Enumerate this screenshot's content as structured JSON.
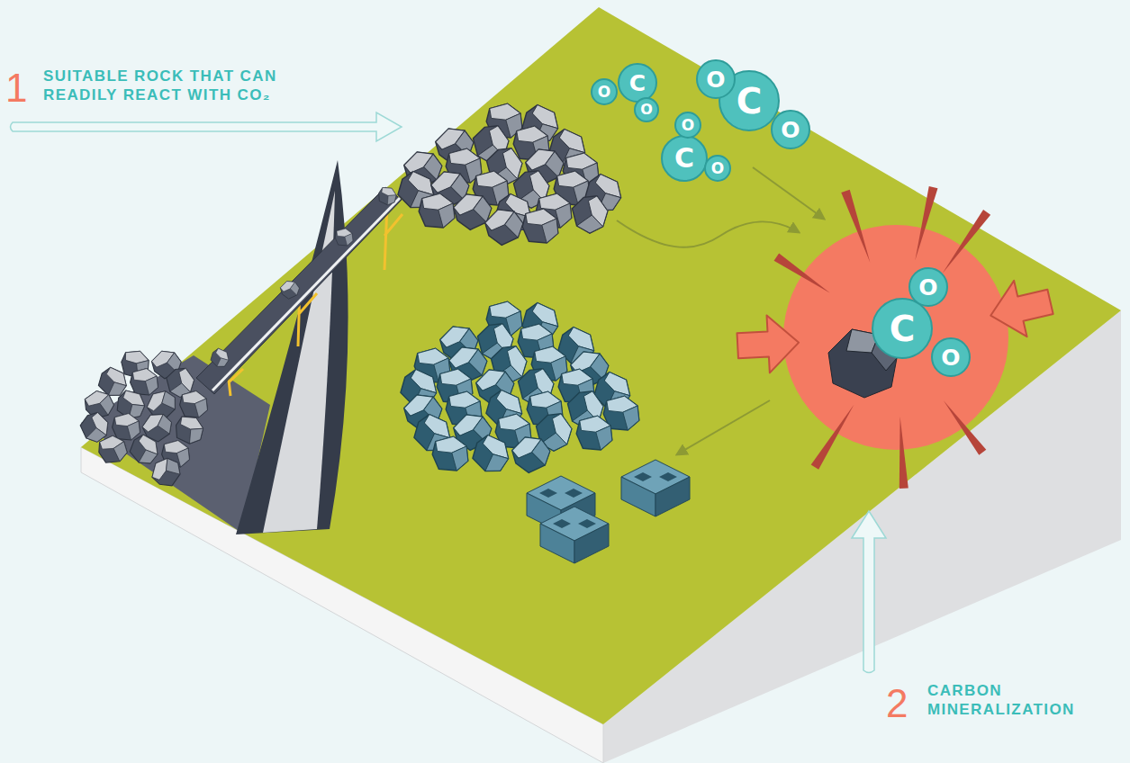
{
  "diagram": {
    "nodes": [
      {
        "text": [
          "O"
        ]
      },
      {
        "text": [
          "C"
        ]
      },
      {
        "text": [
          "O"
        ]
      },
      {
        "text": [
          "O"
        ]
      },
      {
        "text": [
          "C"
        ]
      },
      {
        "text": [
          "O"
        ]
      },
      {
        "text": [
          "O"
        ]
      },
      {
        "text": [
          "C"
        ]
      },
      {
        "text": [
          "O"
        ]
      },
      {
        "text": [
          "O"
        ]
      },
      {
        "text": [
          "C"
        ]
      },
      {
        "text": [
          "O"
        ]
      }
    ],
    "labels": [
      "1",
      "SUITABLE ROCK THAT CAN READILY REACT WITH CO₂",
      "2",
      "CARBON MINERALIZATION"
    ]
  }
}
